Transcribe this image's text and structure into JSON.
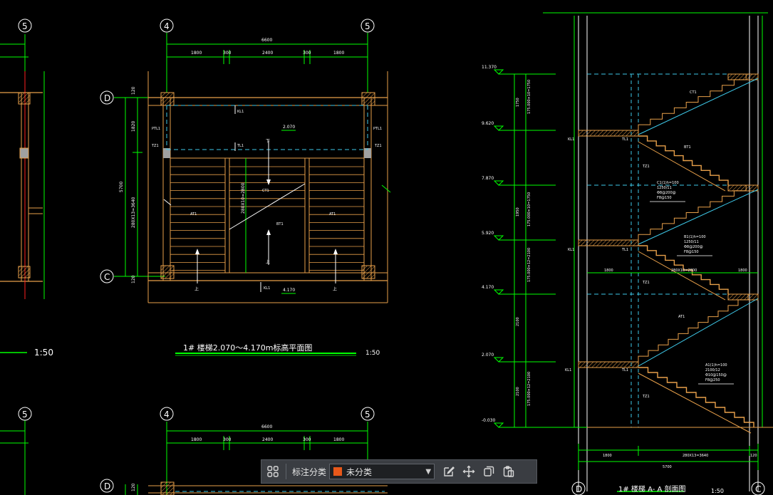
{
  "drawing": {
    "plan_title": "1# 楼梯2.070～4.170m标高平面图",
    "plan_scale": "1:50",
    "left_partial_scale": "1:50",
    "section_title": "1# 楼梯  A- A 剖面图",
    "section_scale": "1:50",
    "axis_labels": {
      "five": "5",
      "four": "4",
      "d": "D",
      "c": "C"
    },
    "plan_dims": {
      "overall": "6600",
      "seg_a": "1800",
      "seg_b": "300",
      "seg_c": "2400",
      "seg_d": "300",
      "seg_e": "1800",
      "vertical_total": "5700",
      "vertical_top": "120",
      "vertical_mid": "1820",
      "vertical_run": "280X13=3640",
      "vertical_bottom": "120",
      "center_run": "280X10=2800"
    },
    "plan_labels": {
      "level_top": "2.070",
      "level_bottom": "4.170",
      "pt1": "PTL1",
      "tz1": "TZ1",
      "kl1": "KL1",
      "tl1": "TL1",
      "at1": "AT1",
      "bt1": "BT1",
      "ct1": "CT1",
      "up": "下",
      "dn": "上"
    },
    "section_levels": [
      "11.370",
      "9.620",
      "7.870",
      "5.920",
      "4.170",
      "2.070",
      "-0.030"
    ],
    "section_dims": {
      "h1": "1750",
      "h1_run": "175.000×10=1750",
      "h2": "1950",
      "h2_run": "175.000×10=1750",
      "h3": "2100",
      "h3_run": "175.000×12=2100",
      "h4": "2100",
      "h4_run": "175.000×12=2100",
      "bottom_left": "1800",
      "bottom_run": "280X13=3640",
      "bottom_right": "120",
      "bottom_total": "5700",
      "mid_left": "1800",
      "mid_run": "280X10=2800",
      "mid_right": "1800"
    },
    "section_labels": {
      "ct1": "CT1",
      "bt1": "BT1",
      "at1": "AT1",
      "tz1": "TZ1",
      "kl1": "KL1",
      "tl1": "TL1",
      "note_c": [
        "C1(1)h=100",
        "1250/11",
        "Φ8@200@",
        "F8@150"
      ],
      "note_b": [
        "B1(1)h=100",
        "1250/11",
        "Φ8@200@",
        "F8@150"
      ],
      "note_a": [
        "A1(1)h=100",
        "2100/12",
        "Φ10@150@",
        "F8@250"
      ]
    }
  },
  "toolbar": {
    "label": "标注分类",
    "selected": "未分类",
    "swatch_color": "#e8581a",
    "icons": [
      "grid-icon",
      "edit-icon",
      "move-icon",
      "copy-icon",
      "paste-icon"
    ]
  },
  "colors": {
    "background": "#000000",
    "wall": "#e8a04a",
    "dimension": "#00ff00",
    "dashed": "#3ec8e8",
    "text": "#ffffff",
    "axis": "#ffffff",
    "red_line": "#ff2020"
  }
}
